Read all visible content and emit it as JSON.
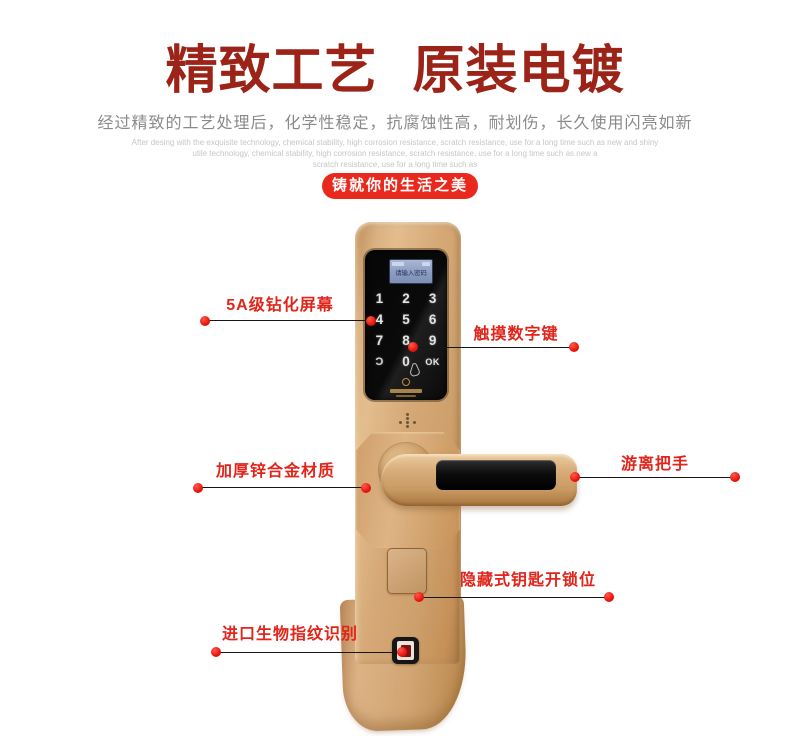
{
  "header": {
    "title": "精致工艺 原装电镀",
    "subtitle": "经过精致的工艺处理后，化学性稳定，抗腐蚀性高，耐划伤，长久使用闪亮如新",
    "subtext_lines": [
      "After desing with the exquisite technology, chemical stability, high corrosion resistance, scratch resistance, use for a long time such as new and shiny",
      "utile technology, chemical stability, high corrosion resistance, scratch resistance, use for a long time such as new a",
      "scratch resistance, use for a long time such as"
    ],
    "badge": "铸就你的生活之美"
  },
  "lock": {
    "screen_prompt": "请输入密码",
    "keys": [
      "1",
      "2",
      "3",
      "4",
      "5",
      "6",
      "7",
      "8",
      "9",
      "Ɔ",
      "0",
      "OK"
    ]
  },
  "callouts": [
    {
      "id": "screen",
      "label": "5A级钻化屏幕"
    },
    {
      "id": "keypad",
      "label": "触摸数字键"
    },
    {
      "id": "material",
      "label": "加厚锌合金材质"
    },
    {
      "id": "handle",
      "label": "游离把手"
    },
    {
      "id": "keyhole",
      "label": "隐藏式钥匙开锁位"
    },
    {
      "id": "fingerprint",
      "label": "进口生物指纹识别"
    }
  ],
  "colors": {
    "title_red": "#9c2318",
    "badge_red": "#e9291d",
    "callout_red": "#e1251b",
    "lock_gold": "#d3a472"
  }
}
